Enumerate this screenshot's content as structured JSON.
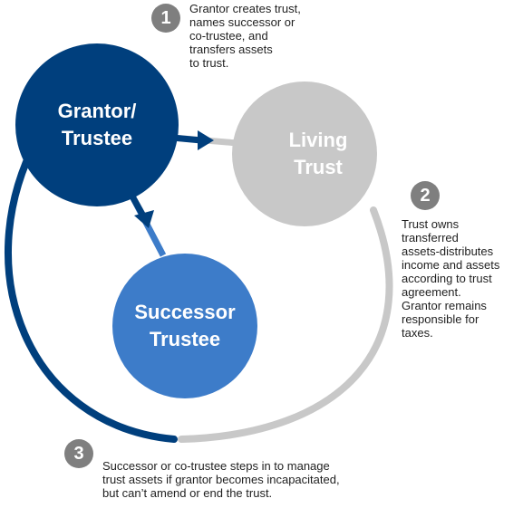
{
  "colors": {
    "grantor_circle": "#003f7d",
    "living_trust_circle": "#c8c8c8",
    "successor_circle": "#3d7cc9",
    "badge": "#7f7f7f",
    "text": "#1f1f1f",
    "circle_text": "#ffffff"
  },
  "nodes": {
    "grantor": {
      "lines": [
        "Grantor/",
        "Trustee"
      ]
    },
    "living_trust": {
      "lines": [
        "Living",
        "Trust"
      ]
    },
    "successor": {
      "lines": [
        "Successor",
        "Trustee"
      ]
    }
  },
  "steps": [
    {
      "number": "1",
      "lines": [
        "Grantor creates trust,",
        "names successor or",
        "co-trustee, and",
        "transfers assets",
        "to trust."
      ]
    },
    {
      "number": "2",
      "lines": [
        "Trust owns",
        "transferred",
        "assets-distributes",
        "income and assets",
        "according to trust",
        "agreement.",
        "Grantor remains",
        "responsible for",
        "taxes."
      ]
    },
    {
      "number": "3",
      "lines": [
        "Successor or co-trustee steps in to manage",
        "trust assets if grantor becomes incapacitated,",
        "but can’t amend or end the trust."
      ]
    }
  ],
  "icons": {
    "arrow_grantor_to_trust": "arrow-right-icon",
    "arrow_grantor_to_successor": "arrow-down-icon"
  }
}
